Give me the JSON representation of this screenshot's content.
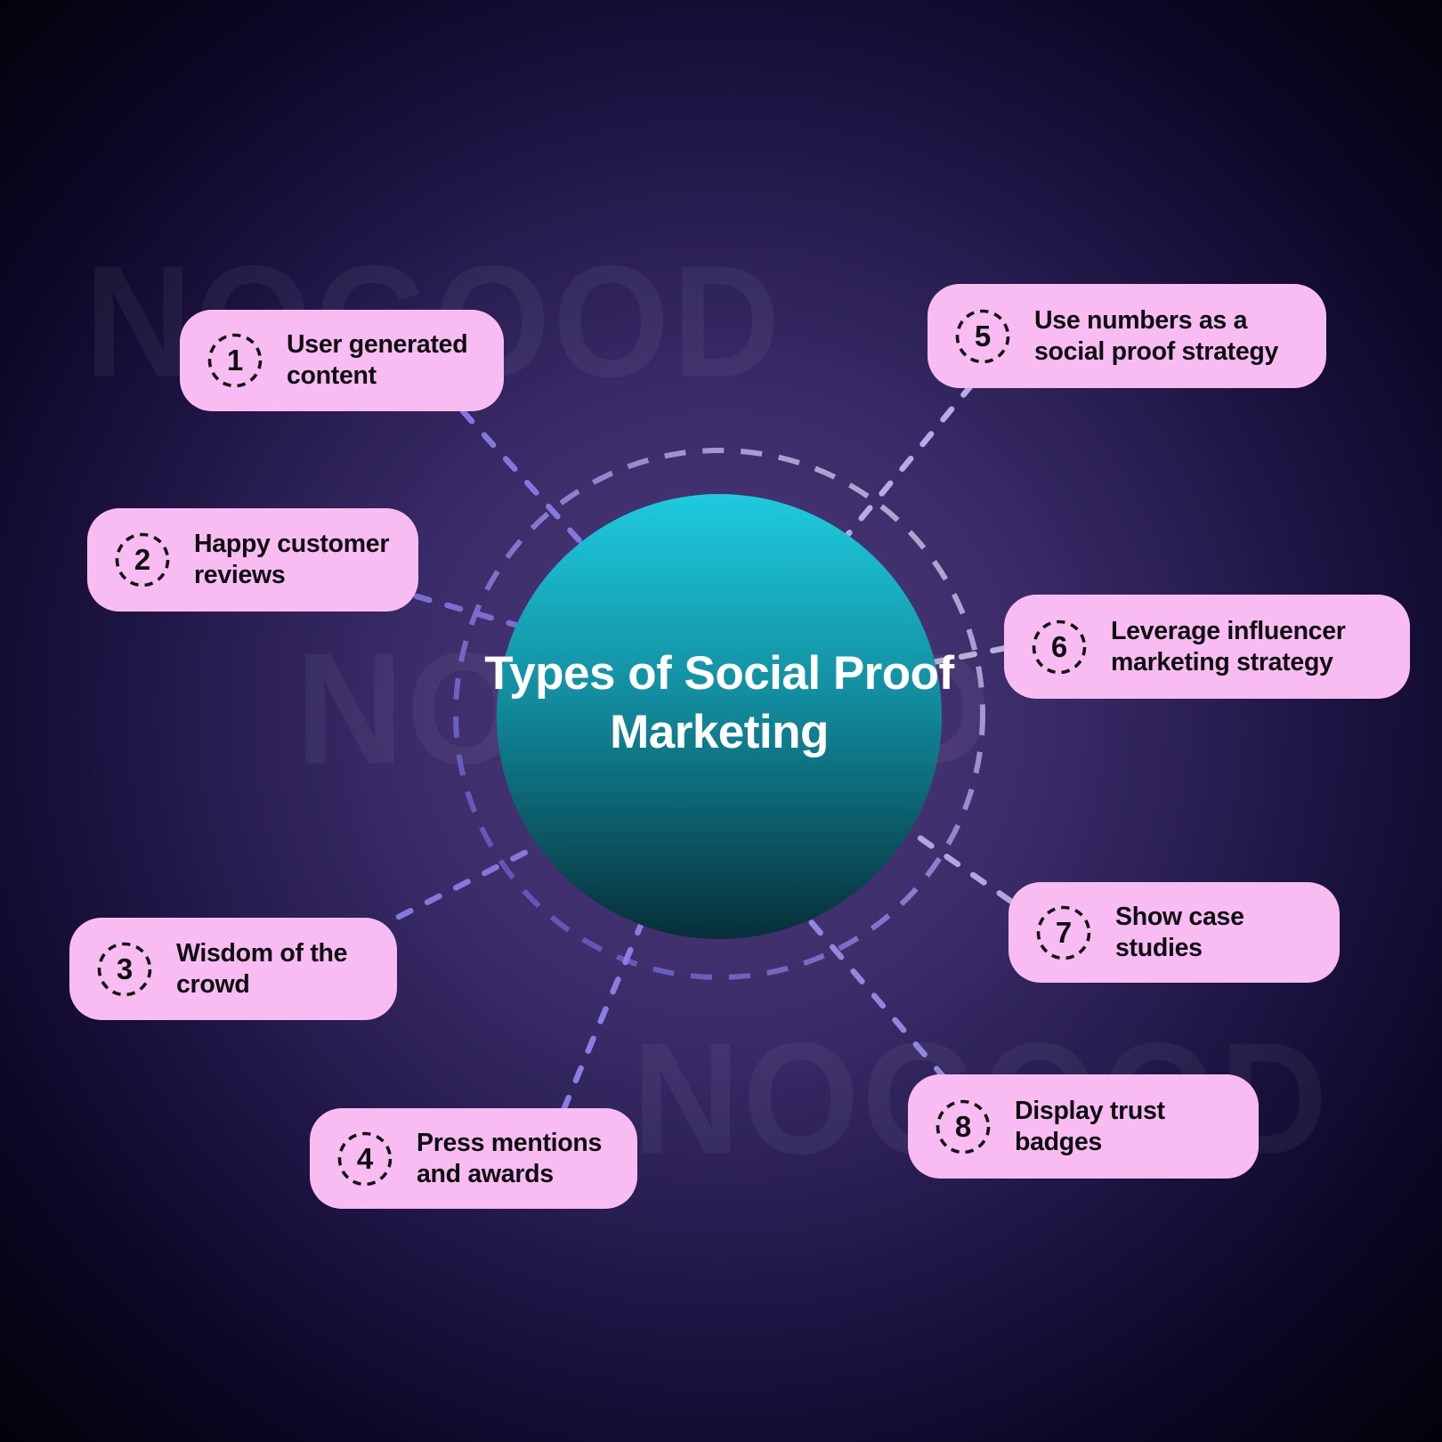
{
  "title": "Types of Social Proof Marketing",
  "watermark": "NOGOOD",
  "items": [
    {
      "number": "1",
      "label": "User generated\ncontent"
    },
    {
      "number": "2",
      "label": "Happy customer\nreviews"
    },
    {
      "number": "3",
      "label": "Wisdom of the\ncrowd"
    },
    {
      "number": "4",
      "label": "Press mentions\nand awards"
    },
    {
      "number": "5",
      "label": "Use numbers as a\nsocial proof strategy"
    },
    {
      "number": "6",
      "label": "Leverage influencer\nmarketing strategy"
    },
    {
      "number": "7",
      "label": "Show case studies"
    },
    {
      "number": "8",
      "label": "Display trust\nbadges"
    }
  ],
  "colors": {
    "item_box_pink": "#f9bcf2",
    "item_text": "#0d0d12",
    "circle_gradient_top": "#1fcadf",
    "circle_gradient_bottom": "#062e39",
    "title_text": "#ffffff",
    "background_center_purple": "#4d3a82",
    "background_corner": "#030109",
    "connector_line_purple": "#8577dd",
    "connector_line_light": "#b6abe9",
    "dashed_ring_left": "#5348b0",
    "dashed_ring_right": "#c0bacf",
    "watermark_color": "rgba(255,255,255,0.05)"
  }
}
